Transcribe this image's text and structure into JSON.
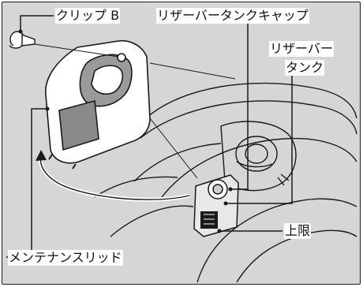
{
  "labels": {
    "clip_b": "クリップ B",
    "reservoir_cap": "リザーバータンクキャップ",
    "reservoir_tank_line1": "リザーバー",
    "reservoir_tank_line2": "タンク",
    "upper_limit": "上限",
    "maintenance_lid": "メンテナンスリッド"
  },
  "colors": {
    "background": "#d6d6d6",
    "line": "#1a1a1a",
    "panel_fill": "#ffffff"
  }
}
